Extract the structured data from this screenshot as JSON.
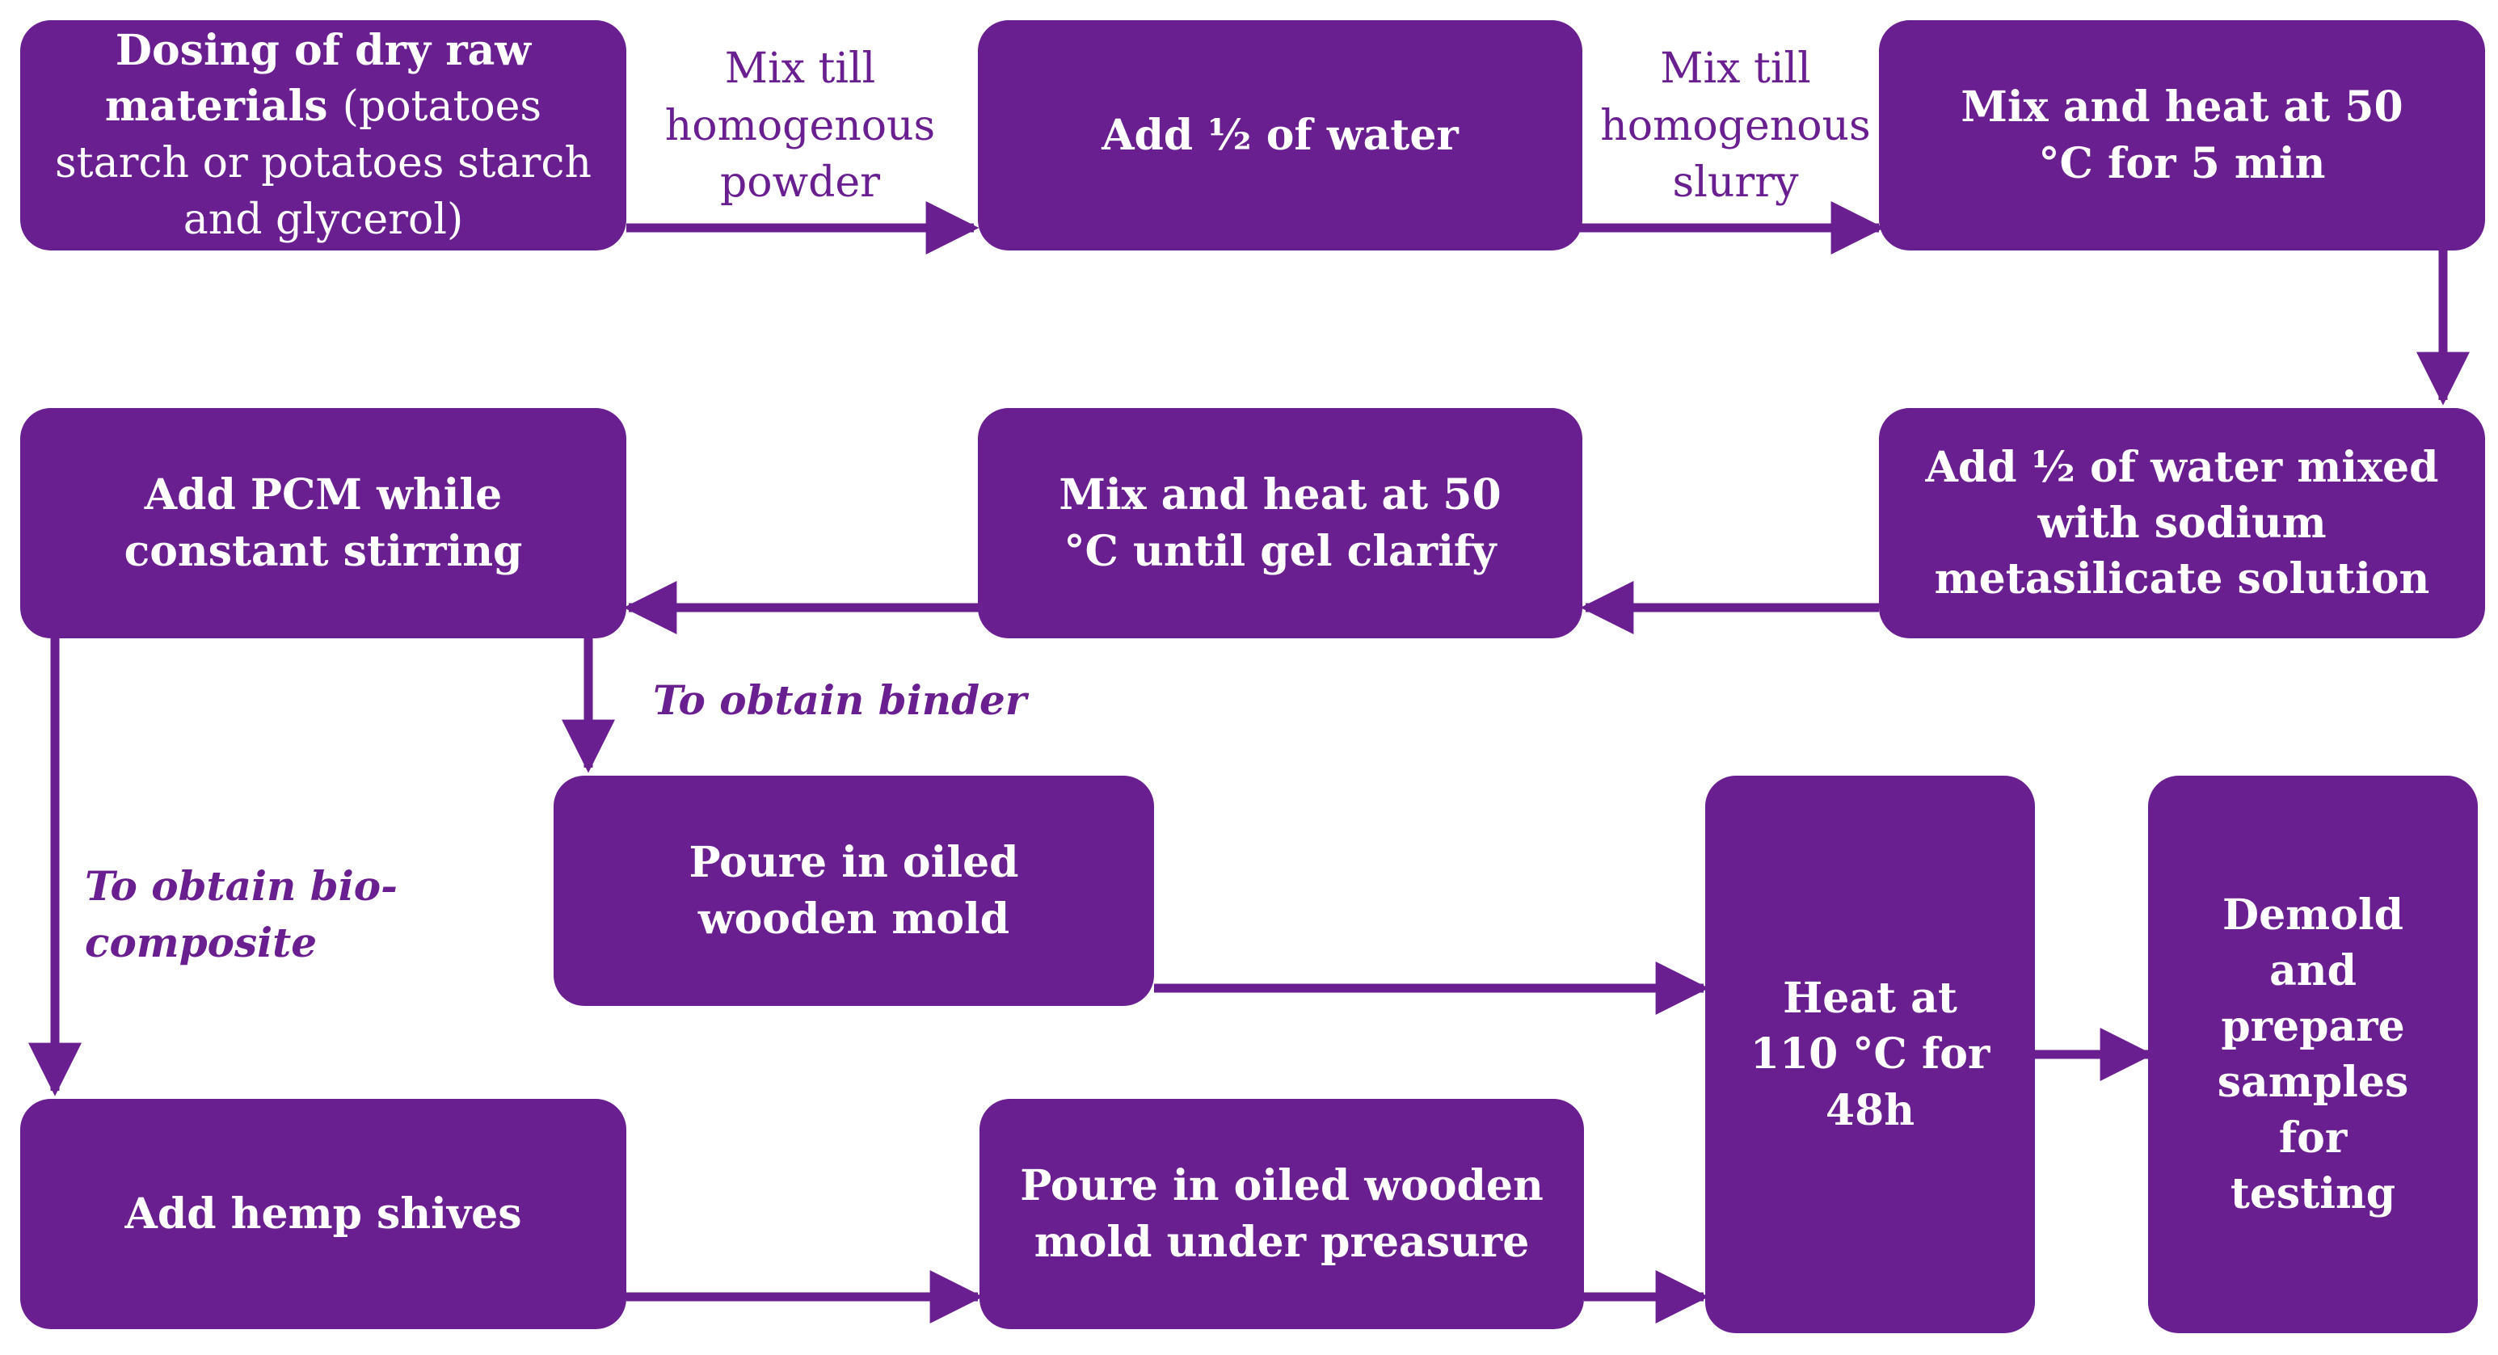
{
  "boxes": {
    "dosing_bold": "Dosing of dry raw materials",
    "dosing_normal": "(potatoes starch or potatoes starch and glycerol)",
    "add_half_water": "Add ½ of water",
    "mix_heat_5min": "Mix and heat at 50 °C for 5 min",
    "add_half_water_mixed": "Add ½ of water mixed with sodium metasilicate solution",
    "mix_heat_gel": "Mix and heat at 50 °C until gel clarify",
    "add_pcm": "Add  PCM while constant stirring",
    "poure_mold": "Poure in oiled wooden mold",
    "heat_110": "Heat at 110 °C for 48h",
    "demold": "Demold and prepare samples for testing",
    "add_hemp": "Add hemp shives",
    "poure_mold_pressure": "Poure in oiled wooden mold under preasure"
  },
  "labels": {
    "mix_powder": "Mix till homogenous powder",
    "mix_slurry": "Mix till homogenous slurry",
    "to_binder": "To obtain binder",
    "to_bio": "To obtain bio-composite"
  },
  "colors": {
    "box_fill": "#6a1f91",
    "arrow": "#6a1f91",
    "text_on_box": "#ffffff"
  }
}
